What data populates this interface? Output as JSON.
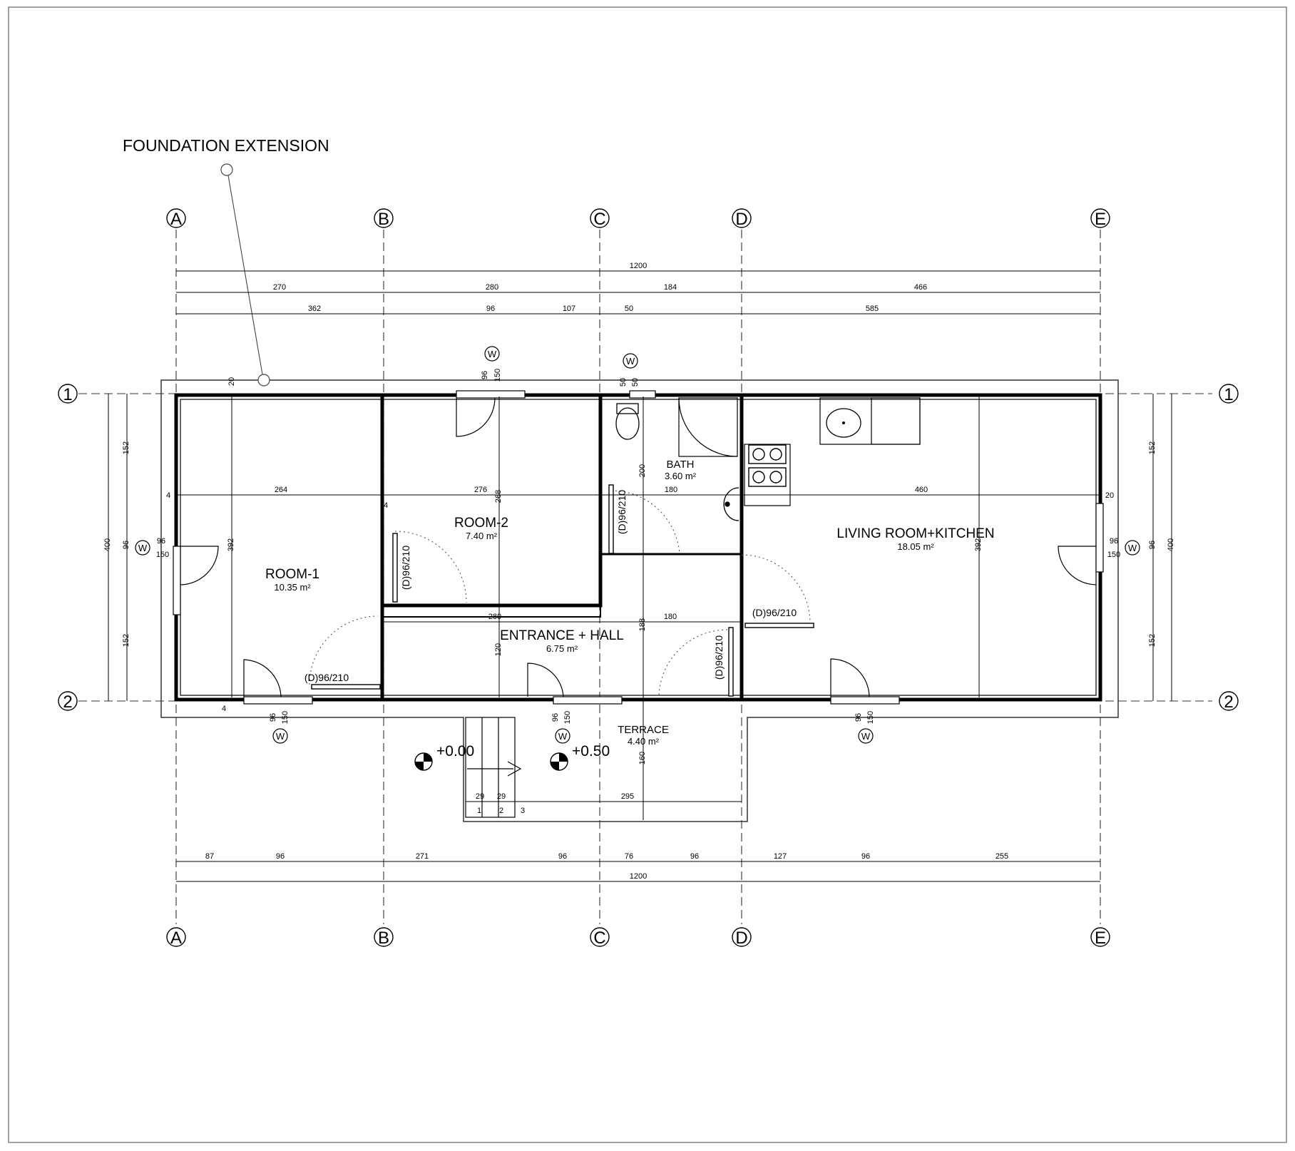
{
  "note": "FOUNDATION EXTENSION",
  "axes": {
    "columns": [
      "A",
      "B",
      "C",
      "D",
      "E"
    ],
    "rows": [
      "1",
      "2"
    ]
  },
  "rooms": [
    {
      "id": "room1",
      "name": "ROOM-1",
      "area": "10.35 m²"
    },
    {
      "id": "room2",
      "name": "ROOM-2",
      "area": "7.40 m²"
    },
    {
      "id": "bath",
      "name": "BATH",
      "area": "3.60 m²"
    },
    {
      "id": "living",
      "name": "LIVING ROOM+KITCHEN",
      "area": "18.05 m²"
    },
    {
      "id": "hall",
      "name": "ENTRANCE + HALL",
      "area": "6.75 m²"
    },
    {
      "id": "terrace",
      "name": "TERRACE",
      "area": "4.40 m²"
    }
  ],
  "dimensions": {
    "top_total": "1200",
    "top_axes": [
      "270",
      "280",
      "184",
      "466"
    ],
    "top_detail": [
      "362",
      "96",
      "107",
      "50",
      "585"
    ],
    "bottom_detail": [
      "87",
      "96",
      "271",
      "96",
      "76",
      "96",
      "127",
      "96",
      "255"
    ],
    "bottom_total": "1200",
    "left_total": "400",
    "left_parts": [
      "152",
      "96",
      "152"
    ],
    "right_total": "400",
    "right_parts": [
      "152",
      "96",
      "152"
    ],
    "interior": {
      "room1_width": "264",
      "room2_width": "276",
      "bath_width": "180",
      "living_width": "460",
      "hall_width": "280",
      "hall_right": "180",
      "room1_height": "392",
      "room2_height": "268",
      "bath_height": "200",
      "hall_height": "120",
      "hall2_height": "188",
      "terrace_height": "160",
      "living_height": "392",
      "wall_top": "20",
      "wall_left": "4",
      "wall_left2": "4",
      "wall_bottom": "4",
      "wall_right": "20",
      "wall_mid": "4"
    },
    "stairs": [
      "29",
      "29",
      "295"
    ],
    "steps": [
      "1",
      "2",
      "3"
    ]
  },
  "windows": {
    "symbol": "W",
    "width": "96",
    "height": "150",
    "bath_window": [
      "50",
      "50"
    ]
  },
  "doors": {
    "label": "(D)96/210"
  },
  "levels": [
    "+0.00",
    "+0.50"
  ]
}
